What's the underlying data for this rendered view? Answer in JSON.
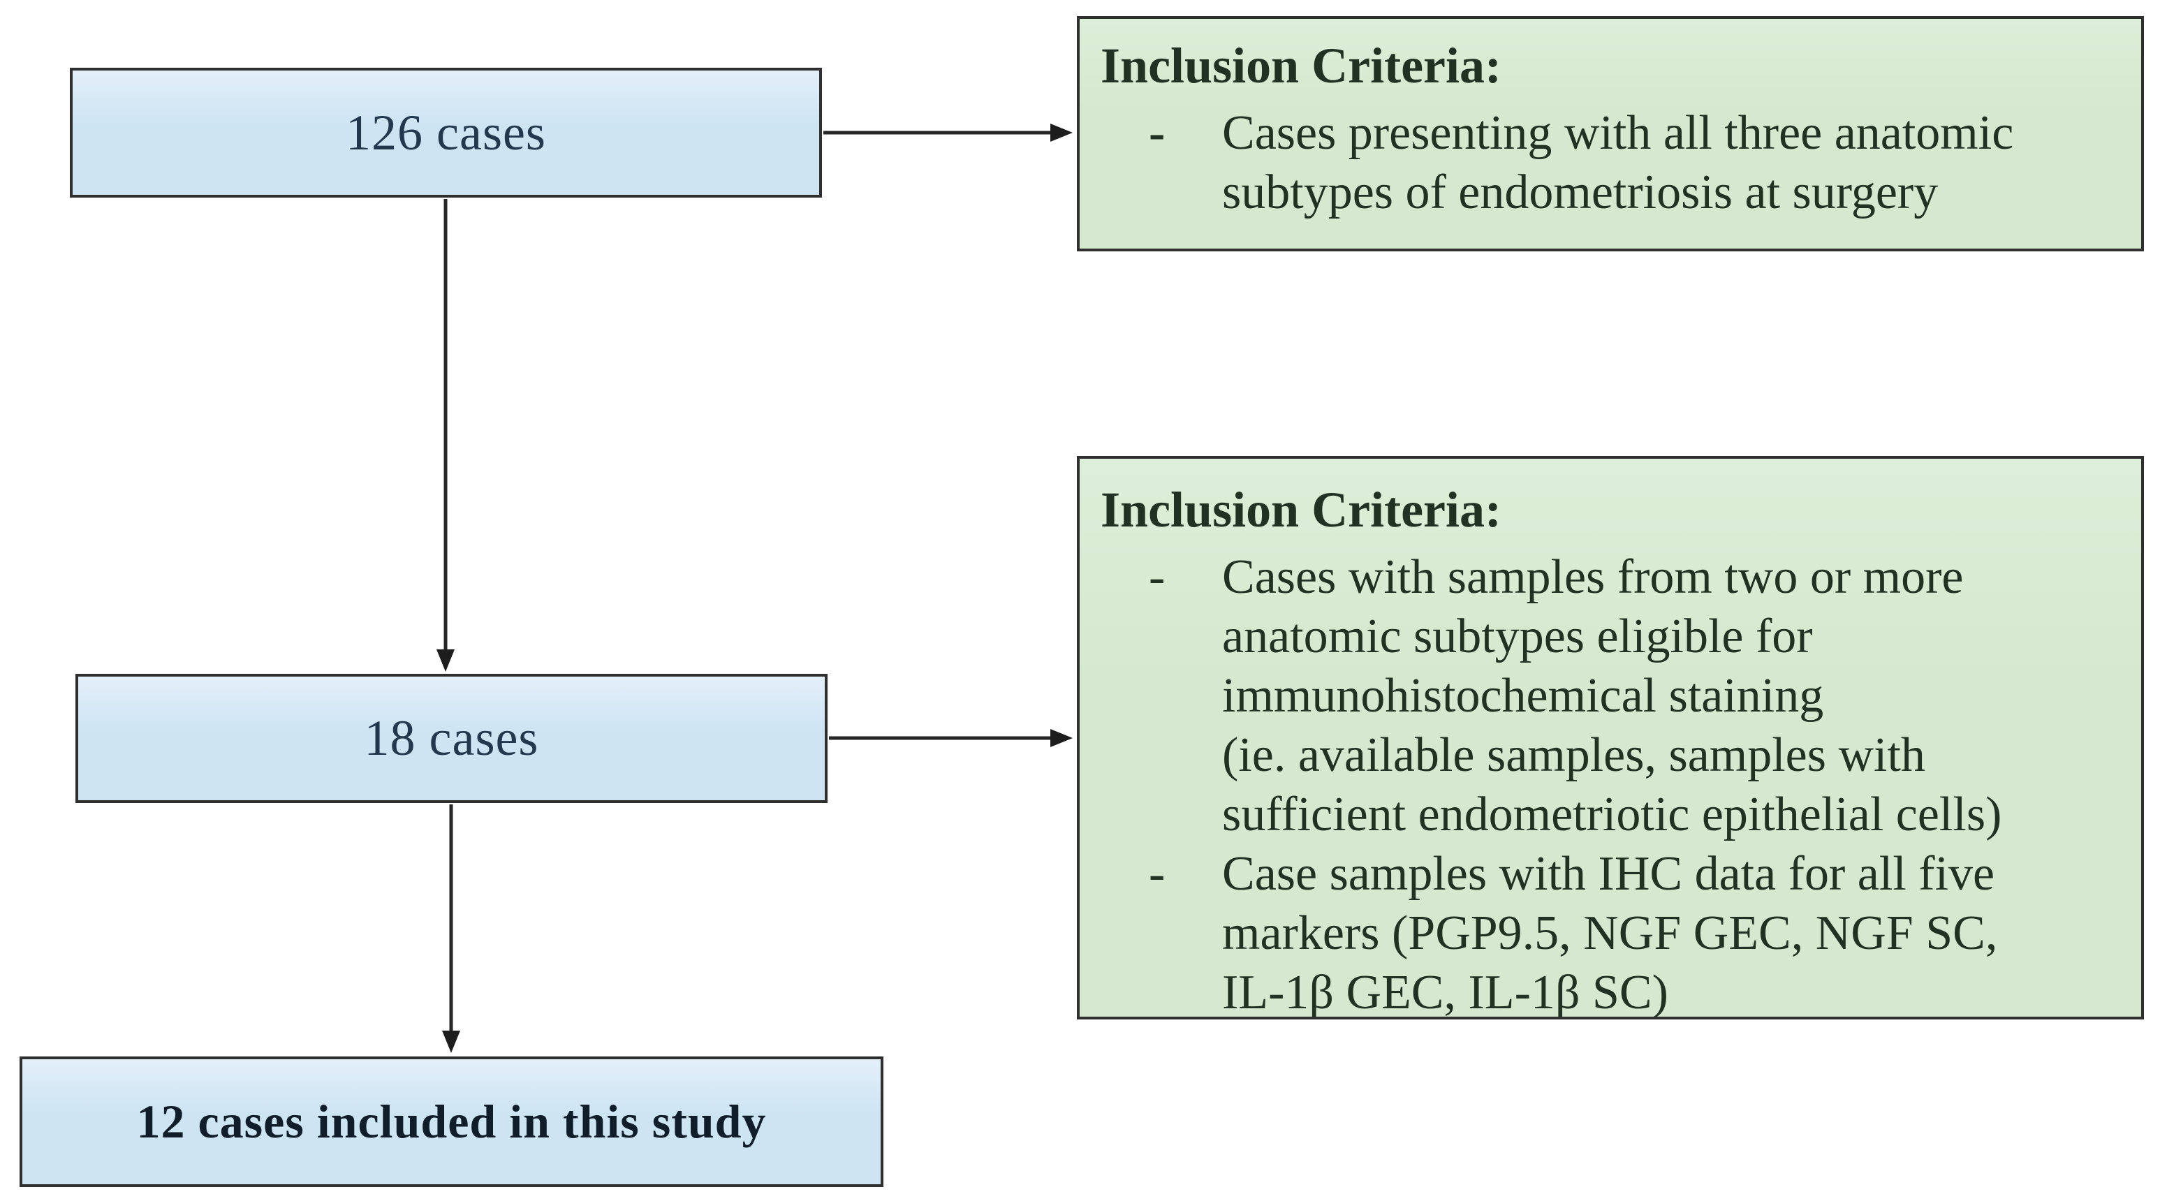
{
  "flowchart": {
    "background_color": "#ffffff",
    "colors": {
      "node_fill": "#cde4f3",
      "criteria_fill": "#d4e9d0",
      "box_border": "#2f2f2f",
      "node_text": "#22384d",
      "criteria_text": "#203322",
      "arrow": "#262626"
    },
    "nodes": {
      "n126": {
        "label": "126 cases"
      },
      "n18": {
        "label": "18 cases"
      },
      "n12": {
        "label": "12 cases included in this study"
      }
    },
    "criteria1": {
      "title": "Inclusion Criteria:",
      "bullet_marker": "-",
      "bullet1": "Cases presenting with all three anatomic\nsubtypes of endometriosis at surgery"
    },
    "criteria2": {
      "title": "Inclusion Criteria:",
      "bullet_marker": "-",
      "bullet1": "Cases with samples from two or more\nanatomic subtypes eligible for\nimmunohistochemical staining\n(ie. available samples, samples with\nsufficient endometriotic epithelial cells)",
      "bullet2": "Case samples with IHC data for all five\nmarkers (PGP9.5, NGF GEC, NGF SC,\nIL-1β GEC, IL-1β SC)"
    }
  }
}
